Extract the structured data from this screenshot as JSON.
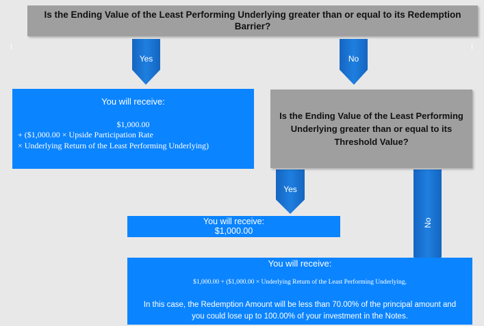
{
  "question1": {
    "line1": "Is the Ending Value of the Least Performing Underlying greater than or equal to its Redemption",
    "line2": "Barrier?"
  },
  "arrow_yes_1": "Yes",
  "arrow_no_1": "No",
  "outcome1": {
    "header": "You will receive:",
    "amount": "$1,000.00",
    "formula_line1": "+ ($1,000.00 × Upside Participation Rate",
    "formula_line2": "× Underlying Return of the Least Performing Underlying)"
  },
  "question2": {
    "text": "Is the Ending Value of the Least Performing Underlying greater than or equal to its Threshold Value?"
  },
  "arrow_yes_2": "Yes",
  "arrow_no_2": "No",
  "outcome2": {
    "header": "You will receive:",
    "amount": "$1,000.00"
  },
  "outcome3": {
    "header": "You will receive:",
    "formula": "$1,000.00 + ($1,000.00 × Underlying Return of the Least Performing Underlying,",
    "warning_line1": "In this case, the Redemption Amount will be less than 70.00% of the principal amount and",
    "warning_line2": "you could lose up to 100.00% of your investment in the Notes."
  },
  "colors": {
    "background": "#e8e8e8",
    "question_box": "#9f9f9f",
    "outcome_box": "#0b84ff",
    "arrow": "#1a73d0"
  }
}
